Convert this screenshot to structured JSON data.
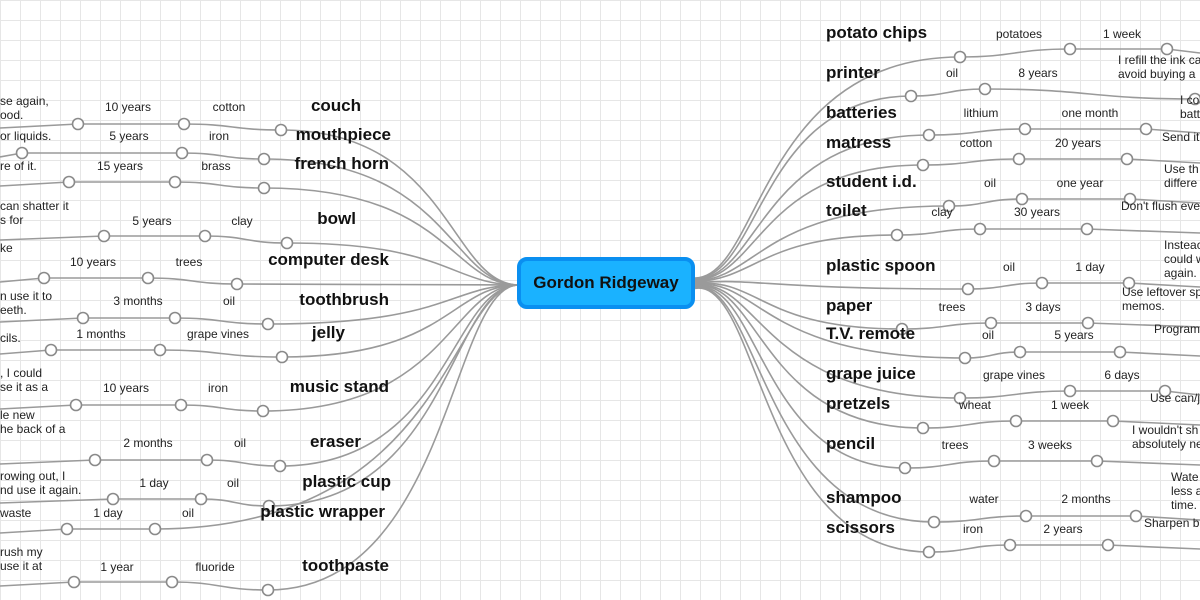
{
  "center": {
    "title": "Gordon Ridgeway"
  },
  "right": [
    {
      "topic": "potato chips",
      "l1": "potatoes",
      "l2": "1 week",
      "note": ""
    },
    {
      "topic": "printer",
      "l1": "oil",
      "l2": "8 years",
      "note": "I refill the ink ca\navoid buying a"
    },
    {
      "topic": "batteries",
      "l1": "lithium",
      "l2": "one month",
      "note": "I co\nbatt"
    },
    {
      "topic": "matress",
      "l1": "cotton",
      "l2": "20 years",
      "note": "Send it"
    },
    {
      "topic": "student i.d.",
      "l1": "oil",
      "l2": "one year",
      "note": "Use th\ndiffere"
    },
    {
      "topic": "toilet",
      "l1": "clay",
      "l2": "30 years",
      "note": "Don't flush eve"
    },
    {
      "topic": "plastic spoon",
      "l1": "oil",
      "l2": "1 day",
      "note": "Insteac\ncould w\nagain."
    },
    {
      "topic": "paper",
      "l1": "trees",
      "l2": "3 days",
      "note": "Use leftover sp\nmemos."
    },
    {
      "topic": "T.V. remote",
      "l1": "oil",
      "l2": "5 years",
      "note": "Program"
    },
    {
      "topic": "grape juice",
      "l1": "grape vines",
      "l2": "6 days",
      "note": ""
    },
    {
      "topic": "pretzels",
      "l1": "wheat",
      "l2": "1 week",
      "note": "Use can/j"
    },
    {
      "topic": "pencil",
      "l1": "trees",
      "l2": "3 weeks",
      "note": "I wouldn't sh\nabsolutely ne"
    },
    {
      "topic": "shampoo",
      "l1": "water",
      "l2": "2 months",
      "note": "Wate\nless a\ntime."
    },
    {
      "topic": "scissors",
      "l1": "iron",
      "l2": "2 years",
      "note": "Sharpen bl"
    }
  ],
  "left": [
    {
      "topic": "couch",
      "l1": "cotton",
      "l2": "10 years",
      "note": "se again,\nood."
    },
    {
      "topic": "mouthpiece",
      "l1": "iron",
      "l2": "5 years",
      "note": "or liquids."
    },
    {
      "topic": "french horn",
      "l1": "brass",
      "l2": "15 years",
      "note": "re of it."
    },
    {
      "topic": "bowl",
      "l1": "clay",
      "l2": "5 years",
      "note": "can shatter it\ns for\n\nke"
    },
    {
      "topic": "computer desk",
      "l1": "trees",
      "l2": "10 years",
      "note": ""
    },
    {
      "topic": "toothbrush",
      "l1": "oil",
      "l2": "3 months",
      "note": "n use it to\neeth.\n\ncils."
    },
    {
      "topic": "jelly",
      "l1": "grape vines",
      "l2": "1 months",
      "note": ""
    },
    {
      "topic": "music stand",
      "l1": "iron",
      "l2": "10 years",
      "note": ", I could\nse it as a\n\nle new\nhe back of a"
    },
    {
      "topic": "eraser",
      "l1": "oil",
      "l2": "2 months",
      "note": "rowing out, I\nnd use it again."
    },
    {
      "topic": "plastic cup",
      "l1": "oil",
      "l2": "1 day",
      "note": "waste"
    },
    {
      "topic": "plastic wrapper",
      "l1": "oil",
      "l2": "1 day",
      "note": ""
    },
    {
      "topic": "toothpaste",
      "l1": "fluoride",
      "l2": "1 year",
      "note": "rush my\nuse it at"
    }
  ]
}
